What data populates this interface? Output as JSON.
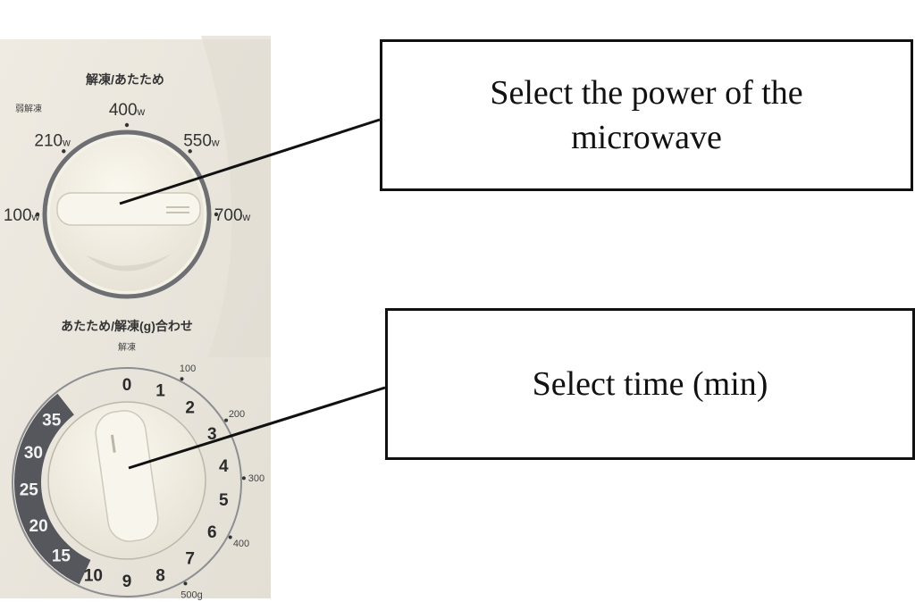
{
  "power_panel": {
    "header": "解凍/あたため",
    "sub_label": "弱解凍",
    "unit": "w",
    "settings": [
      {
        "value": "100",
        "angle": -90
      },
      {
        "value": "210",
        "angle": -45
      },
      {
        "value": "400",
        "angle": 0
      },
      {
        "value": "550",
        "angle": 45
      },
      {
        "value": "700",
        "angle": 90
      }
    ]
  },
  "timer_panel": {
    "header": "あたため/解凍(g)合わせ",
    "defrost_label": "解凍",
    "minute_marks": [
      {
        "label": "0",
        "angle": 0
      },
      {
        "label": "1",
        "angle": 20
      },
      {
        "label": "2",
        "angle": 40
      },
      {
        "label": "3",
        "angle": 60
      },
      {
        "label": "4",
        "angle": 80
      },
      {
        "label": "5",
        "angle": 100
      },
      {
        "label": "6",
        "angle": 120
      },
      {
        "label": "7",
        "angle": 140
      },
      {
        "label": "8",
        "angle": 160
      },
      {
        "label": "9",
        "angle": 180
      },
      {
        "label": "10",
        "angle": 200
      },
      {
        "label": "15",
        "angle": 222
      },
      {
        "label": "20",
        "angle": 244
      },
      {
        "label": "25",
        "angle": 266
      },
      {
        "label": "30",
        "angle": 288
      },
      {
        "label": "35",
        "angle": 310
      }
    ],
    "gram_marks": [
      {
        "label": "100",
        "angle": 28
      },
      {
        "label": "200",
        "angle": 58
      },
      {
        "label": "300",
        "angle": 88
      },
      {
        "label": "400",
        "angle": 118
      },
      {
        "label": "500g",
        "angle": 150
      }
    ]
  },
  "callouts": {
    "power": "Select the power of the microwave",
    "time": "Select time (min)"
  },
  "colors": {
    "panel": "#ece8de",
    "knob": "#f3efe3",
    "dark_band": "#55575d",
    "line": "#111111"
  }
}
